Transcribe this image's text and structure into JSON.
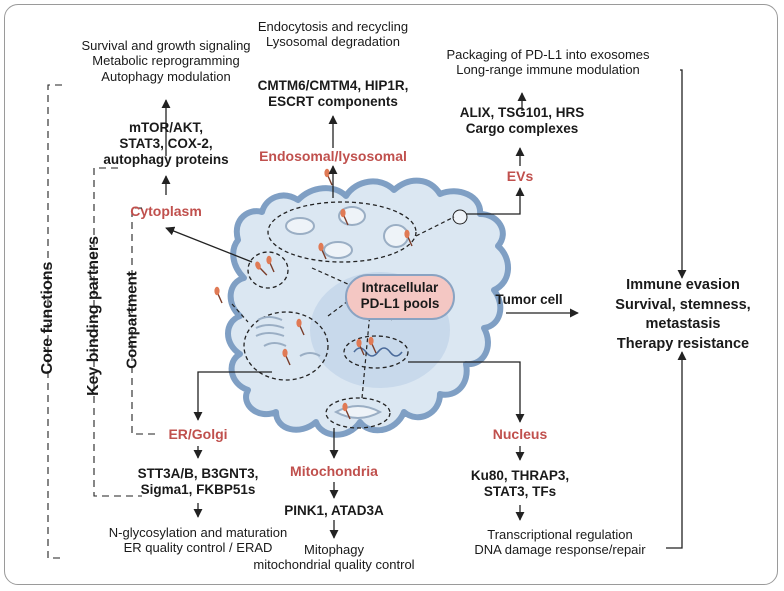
{
  "labels": {
    "core_functions": "Core functions",
    "key_binding_partners": "Key binding partners",
    "compartment": "Compartment",
    "tumor_cell": "Tumor cell",
    "pool": [
      "Intracellular",
      "PD-L1 pools"
    ]
  },
  "compartments": {
    "cytoplasm": {
      "name": "Cytoplasm",
      "partners": [
        "mTOR/AKT,",
        "STAT3, COX-2,",
        "autophagy proteins"
      ],
      "functions": [
        "Survival and growth signaling",
        "Metabolic reprogramming",
        "Autophagy modulation"
      ]
    },
    "endosomal": {
      "name": "Endosomal/lysosomal",
      "partners": [
        "CMTM6/CMTM4, HIP1R,",
        "ESCRT components"
      ],
      "functions": [
        "Endocytosis and recycling",
        "Lysosomal degradation"
      ]
    },
    "evs": {
      "name": "EVs",
      "partners": [
        "ALIX, TSG101, HRS",
        "Cargo complexes"
      ],
      "functions": [
        "Packaging of PD-L1 into exosomes",
        "Long-range immune modulation"
      ]
    },
    "er_golgi": {
      "name": "ER/Golgi",
      "partners": [
        "STT3A/B,  B3GNT3,",
        "Sigma1, FKBP51s"
      ],
      "functions": [
        "N-glycosylation and maturation",
        "ER quality control / ERAD"
      ]
    },
    "mitochondria": {
      "name": "Mitochondria",
      "partners": [
        "PINK1, ATAD3A"
      ],
      "functions": [
        "Mitophagy",
        "mitochondrial quality control"
      ]
    },
    "nucleus": {
      "name": "Nucleus",
      "partners": [
        "Ku80, THRAP3,",
        "STAT3, TFs"
      ],
      "functions": [
        "Transcriptional regulation",
        "DNA damage response/repair"
      ]
    }
  },
  "outcomes": [
    "Immune evasion",
    "Survival, stemness,",
    "metastasis",
    "Therapy resistance"
  ],
  "colors": {
    "compartment_label": "#c0504d",
    "cell_fill": "#dbe7f2",
    "cell_outline": "#7f9fc4",
    "pool_fill": "#f4c7c3",
    "pdl1": "#e07a55",
    "organelle": "#9aaec4"
  }
}
